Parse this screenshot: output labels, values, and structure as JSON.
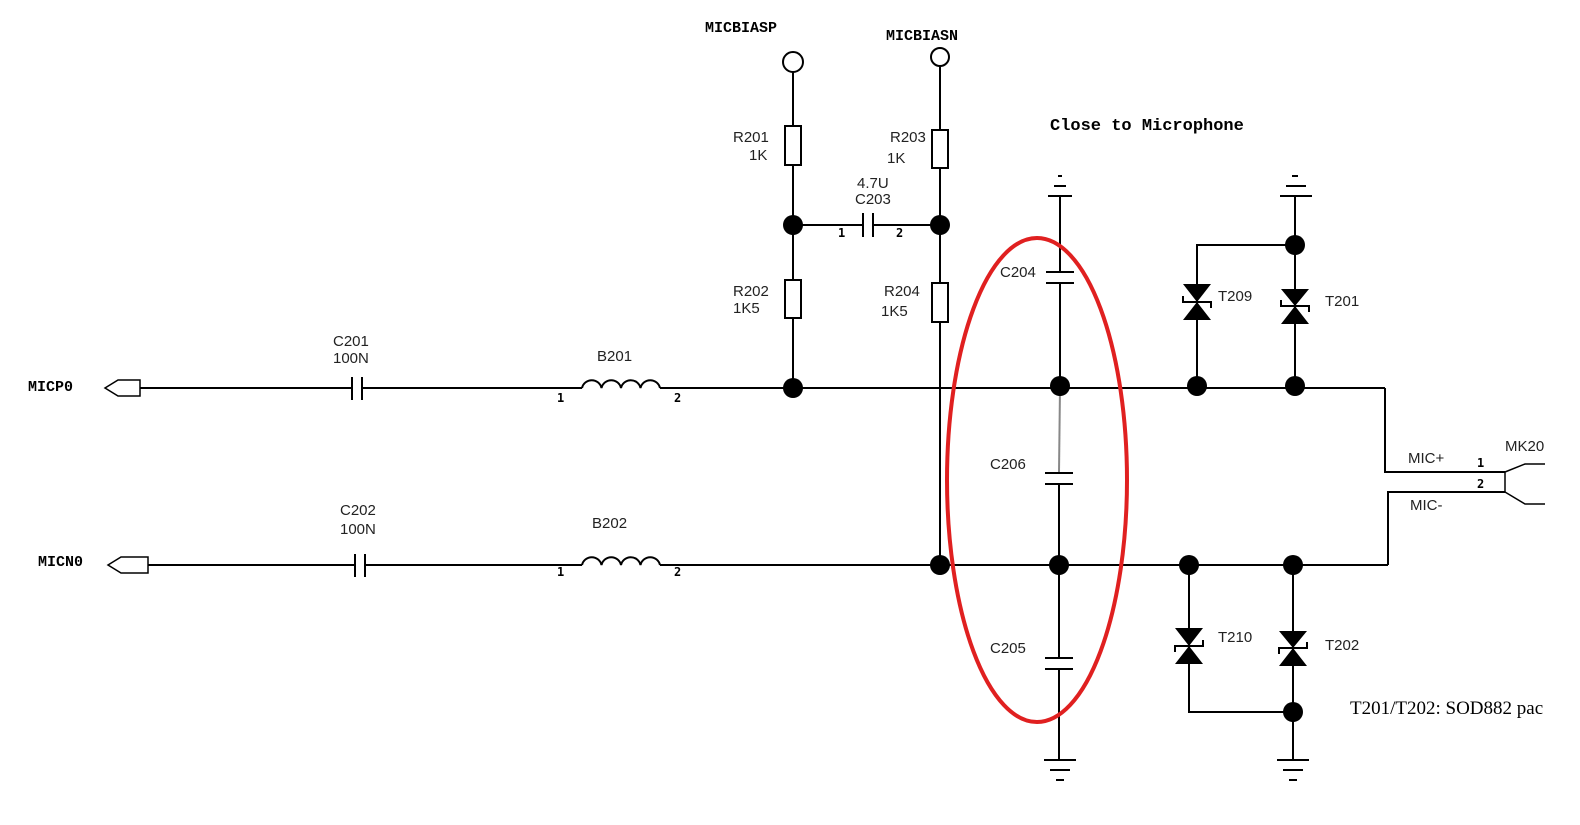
{
  "nets": {
    "micbiasp": "MICBIASP",
    "micbiasn": "MICBIASN",
    "micp0": "MICP0",
    "micn0": "MICN0",
    "mic_plus": "MIC+",
    "mic_minus": "MIC-"
  },
  "note_close": "Close to Microphone",
  "note_package": "T201/T202: SOD882 pac",
  "components": {
    "r201": {
      "ref": "R201",
      "value": "1K"
    },
    "r202": {
      "ref": "R202",
      "value": "1K5"
    },
    "r203": {
      "ref": "R203",
      "value": "1K"
    },
    "r204": {
      "ref": "R204",
      "value": "1K5"
    },
    "c203": {
      "ref": "C203",
      "value": "4.7U"
    },
    "c201": {
      "ref": "C201",
      "value": "100N"
    },
    "c202": {
      "ref": "C202",
      "value": "100N"
    },
    "b201": {
      "ref": "B201"
    },
    "b202": {
      "ref": "B202"
    },
    "c204": {
      "ref": "C204"
    },
    "c205": {
      "ref": "C205"
    },
    "c206": {
      "ref": "C206"
    },
    "t201": {
      "ref": "T201"
    },
    "t202": {
      "ref": "T202"
    },
    "t209": {
      "ref": "T209"
    },
    "t210": {
      "ref": "T210"
    },
    "mk20": {
      "ref": "MK20"
    }
  },
  "pins": {
    "one": "1",
    "two": "2"
  },
  "colors": {
    "highlight": "#e02020",
    "wire": "#000000"
  }
}
